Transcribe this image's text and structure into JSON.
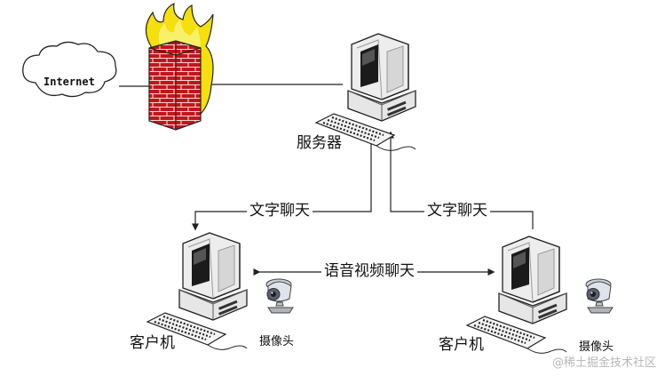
{
  "nodes": {
    "internet": "Internet",
    "server": "服务器",
    "client_left": "客户机",
    "client_right": "客户机",
    "camera_left": "摄像头",
    "camera_right": "摄像头"
  },
  "edges": {
    "chat_left": "文字聊天",
    "chat_right": "文字聊天",
    "av_chat": "语音视频聊天"
  },
  "watermark": "@稀土掘金技术社区",
  "colors": {
    "line": "#222222",
    "flame_outer": "#f5df0c",
    "brick": "#c0171c",
    "mortar": "#f4d6d6"
  }
}
